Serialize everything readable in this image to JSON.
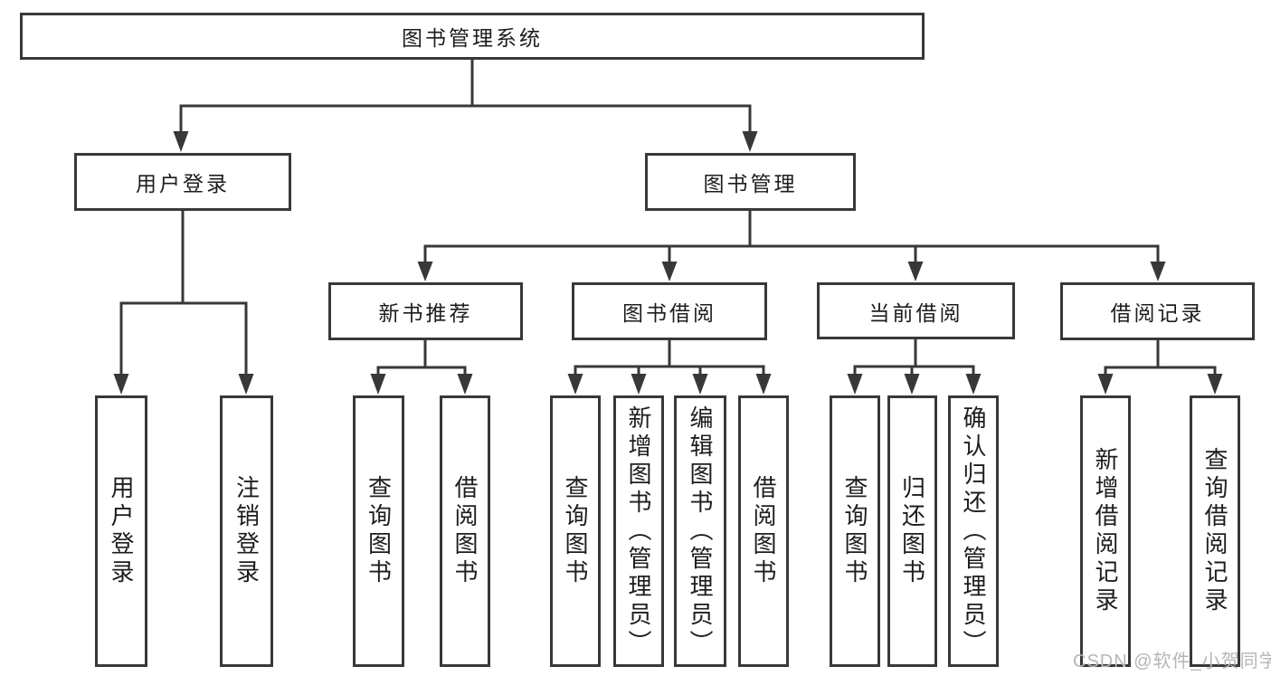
{
  "tree": {
    "label": "图书管理系统",
    "children": [
      {
        "label": "用户登录",
        "children": [
          {
            "label": "用户登录"
          },
          {
            "label": "注销登录"
          }
        ]
      },
      {
        "label": "图书管理",
        "children": [
          {
            "label": "新书推荐",
            "children": [
              {
                "label": "查询图书"
              },
              {
                "label": "借阅图书"
              }
            ]
          },
          {
            "label": "图书借阅",
            "children": [
              {
                "label": "查询图书"
              },
              {
                "label": "新增图书（管理员）"
              },
              {
                "label": "编辑图书（管理员）"
              },
              {
                "label": "借阅图书"
              }
            ]
          },
          {
            "label": "当前借阅",
            "children": [
              {
                "label": "查询图书"
              },
              {
                "label": "归还图书"
              },
              {
                "label": "确认归还（管理员）"
              }
            ]
          },
          {
            "label": "借阅记录",
            "children": [
              {
                "label": "新增借阅记录"
              },
              {
                "label": "查询借阅记录"
              }
            ]
          }
        ]
      }
    ]
  },
  "watermark": {
    "text": "CSDN @软件_小贺同学"
  },
  "colors": {
    "line": "#383838",
    "text": "#1d1d1d",
    "node_background": "#ffffff",
    "page_background": "#ffffff",
    "watermark": "#b6b6b6"
  }
}
